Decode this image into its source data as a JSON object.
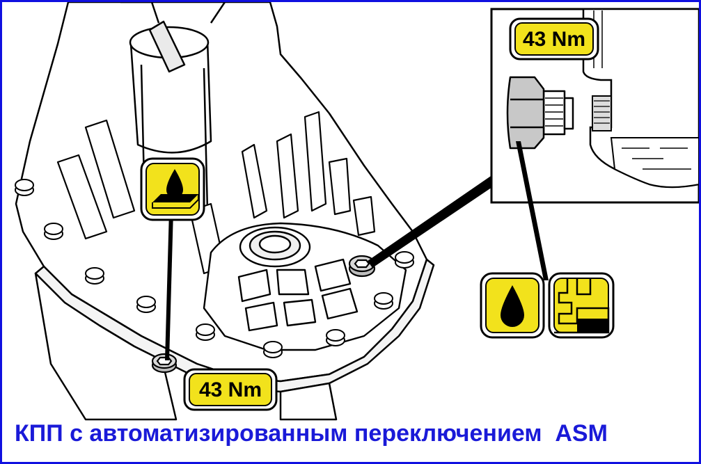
{
  "diagram": {
    "torque_label_top": "43 Nm",
    "torque_label_bottom": "43 Nm",
    "caption": "КПП с автоматизированным переключением  ASM",
    "icons": [
      "oil-fill-icon",
      "oil-drop-icon",
      "oil-level-icon"
    ],
    "colors": {
      "frame": "#1010e0",
      "caption": "#1a1ad8",
      "label_fill": "#f2e21c",
      "line": "#000000"
    }
  }
}
